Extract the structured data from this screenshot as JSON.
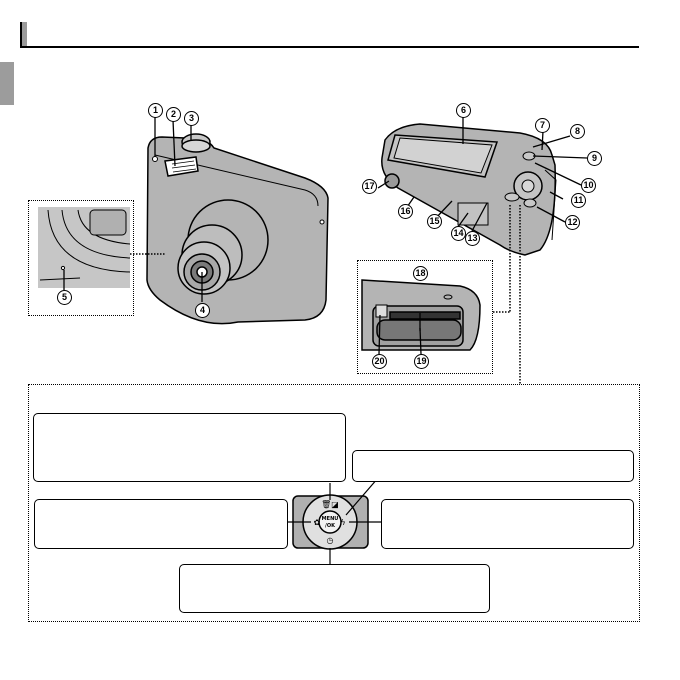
{
  "page": {
    "header_title": "",
    "side_tab_label": ""
  },
  "front_view": {
    "callouts": [
      "1",
      "2",
      "3",
      "4",
      "5"
    ]
  },
  "back_view": {
    "callouts": [
      "6",
      "7",
      "8",
      "9",
      "10",
      "11",
      "12",
      "13",
      "14",
      "15",
      "16",
      "17"
    ]
  },
  "battery_view": {
    "callouts": [
      "18",
      "19",
      "20"
    ]
  },
  "selector_detail": {
    "center_button_label": "MENU/OK",
    "up_icon": "trash-exposure-icon",
    "left_icon": "macro-flower-icon",
    "right_icon": "flash-icon",
    "down_icon": "self-timer-icon",
    "boxes": {
      "up": "",
      "upper_right": "",
      "left": "",
      "right": "",
      "down": ""
    }
  },
  "colors": {
    "camera_body": "#b4b4b4",
    "side_tab": "#9c9c9c",
    "line": "#000000"
  }
}
